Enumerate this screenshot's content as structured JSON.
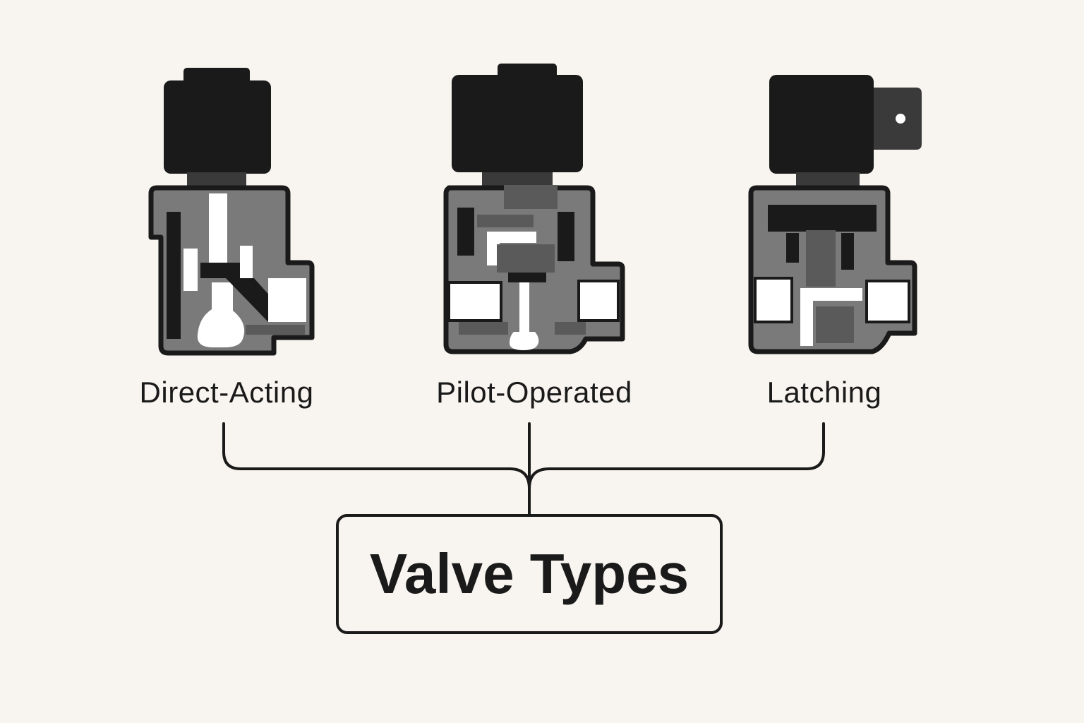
{
  "diagram": {
    "root": {
      "label": "Valve Types"
    },
    "children": [
      {
        "label": "Direct-Acting",
        "icon": "direct-acting-valve-icon"
      },
      {
        "label": "Pilot-Operated",
        "icon": "pilot-operated-valve-icon"
      },
      {
        "label": "Latching",
        "icon": "latching-valve-icon"
      }
    ]
  },
  "colors": {
    "background": "#f8f5f0",
    "ink": "#1a1a1a",
    "body_gray": "#7a7a7a",
    "white": "#ffffff"
  }
}
